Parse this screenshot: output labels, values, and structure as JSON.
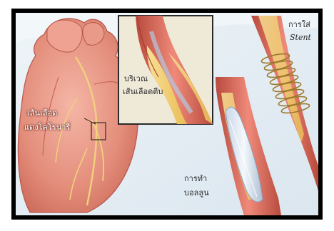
{
  "labels": {
    "coronary_artery_line1": "เส้นเลือด",
    "coronary_artery_line2": "แดงโคโรนารี่",
    "narrowed_area_line1": "บริเวณ",
    "narrowed_area_line2": "เส้นเลือดตีบ",
    "stent_line1": "การใส่",
    "stent_line2": "Stent",
    "balloon_line1": "การทำ",
    "balloon_line2": "บอลลูน"
  },
  "colors": {
    "background": "#e6eff6",
    "heart": "#e89a8a",
    "artery_wall": "#d85848",
    "plaque": "#f2d27a",
    "stent_coil": "#c9a34a",
    "frame": "#000000"
  }
}
